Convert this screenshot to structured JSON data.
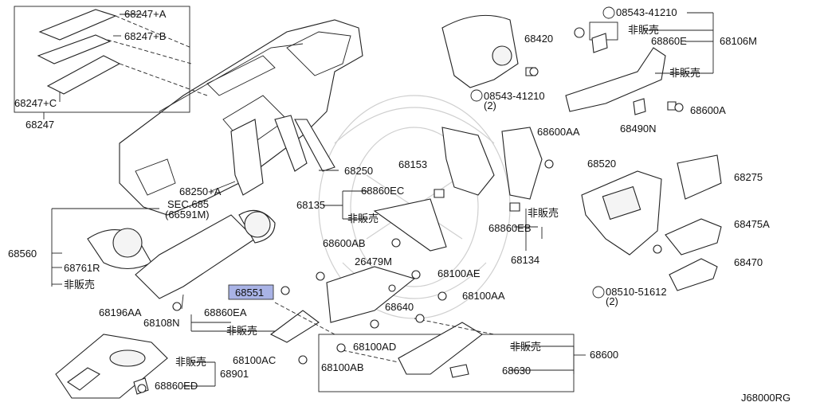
{
  "diagram": {
    "code": "J68000RG",
    "highlight_color": "#a9b3e6",
    "labels": {
      "p68247_a": "68247+A",
      "p68247_b": "68247+B",
      "p68247_c": "68247+C",
      "p68247": "68247",
      "p68250": "68250",
      "p68250_a": "68250+A",
      "sec685": "SEC.685",
      "sec685_sub": "(66591M)",
      "p68560": "68560",
      "p68761r": "68761R",
      "not_for_sale_1": "非販売",
      "p68196aa": "68196AA",
      "p68108n": "68108N",
      "p68860ea": "68860EA",
      "not_for_sale_2": "非販売",
      "p68551": "68551",
      "p68100ac": "68100AC",
      "p68901": "68901",
      "not_for_sale_3": "非販売",
      "p68860ed": "68860ED",
      "p68420": "68420",
      "s08543_41210_top": "08543-41210",
      "not_for_sale_4": "非販売",
      "p68860e": "68860E",
      "p68106m": "68106M",
      "not_for_sale_5": "非販売",
      "s08543_41210_mid": "08543-41210",
      "qty2": "(2)",
      "p68600a": "68600A",
      "p68490n": "68490N",
      "p68153": "68153",
      "p68600aa_top": "68600AA",
      "p68135": "68135",
      "p68860ec": "68860EC",
      "not_for_sale_6": "非販売",
      "not_for_sale_7": "非販売",
      "p68860eb": "68860EB",
      "p68134": "68134",
      "p68600ab": "68600AB",
      "p26479m": "26479M",
      "p68100ae": "68100AE",
      "p68100aa": "68100AA",
      "p68640": "68640",
      "p68100ad": "68100AD",
      "p68100ab": "68100AB",
      "not_for_sale_8": "非販売",
      "p68600": "68600",
      "p68630": "68630",
      "p68520": "68520",
      "p68275": "68275",
      "p68475a": "68475A",
      "p68470": "68470",
      "s08510_51612": "08510-51612",
      "qty2_b": "(2)"
    }
  }
}
